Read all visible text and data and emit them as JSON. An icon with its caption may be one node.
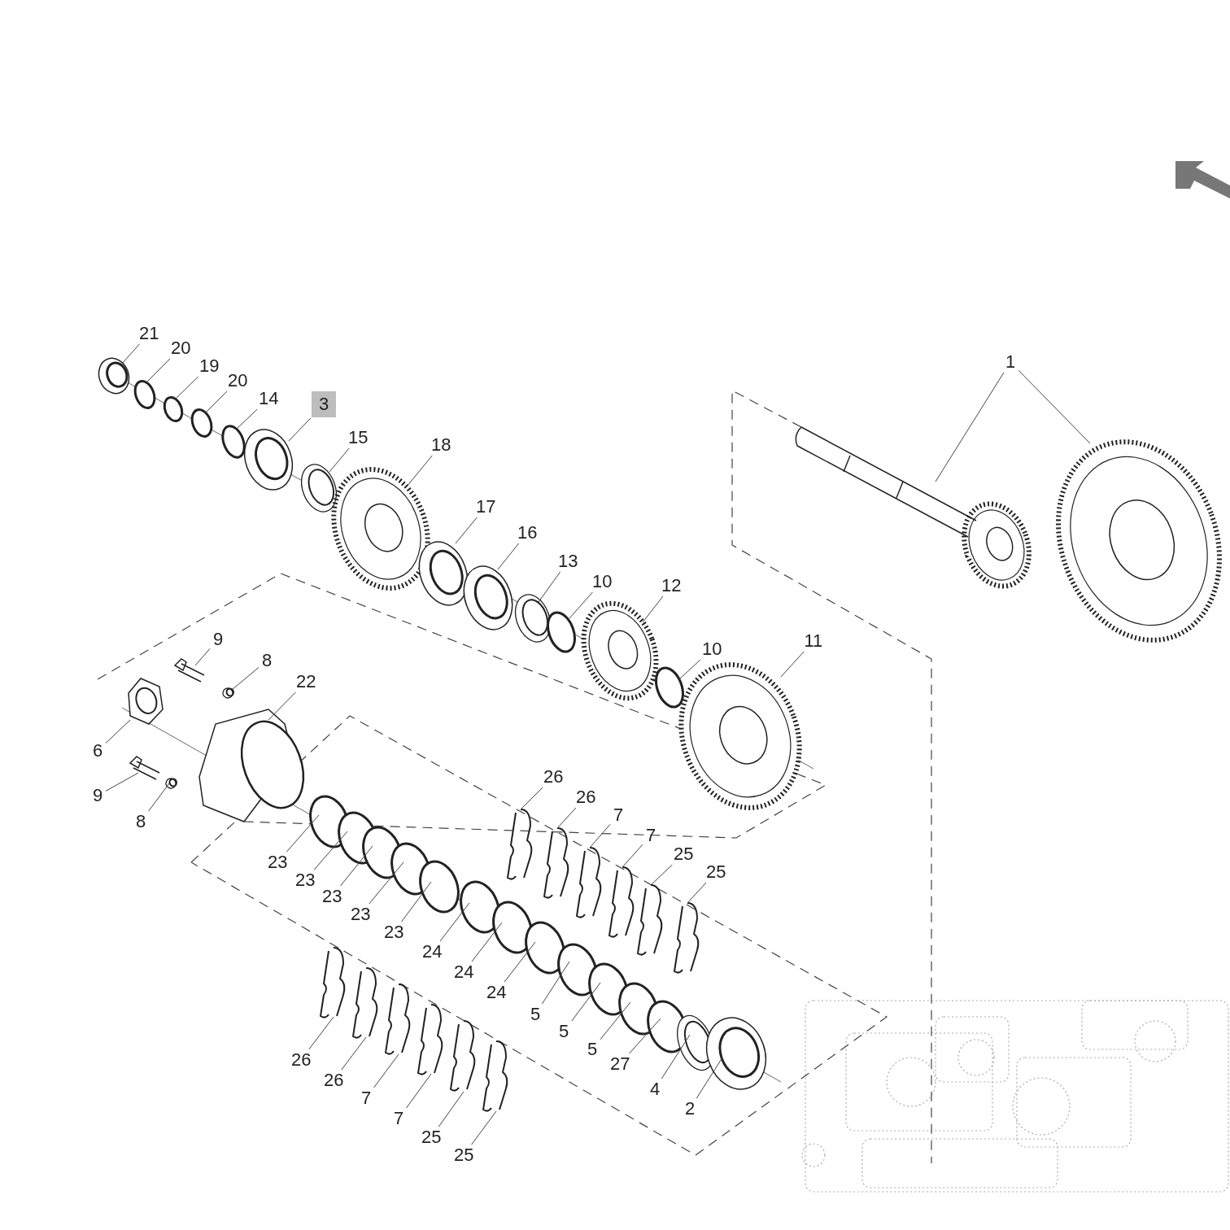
{
  "diagram": {
    "nodes": [
      {
        "text": [
          "21"
        ]
      },
      {
        "text": [
          "20"
        ]
      },
      {
        "text": [
          "19"
        ]
      },
      {
        "text": [
          "20"
        ]
      },
      {
        "text": [
          "14"
        ]
      },
      {
        "text": [
          "3"
        ]
      },
      {
        "text": [
          "15"
        ]
      },
      {
        "text": [
          "18"
        ]
      },
      {
        "text": [
          "17"
        ]
      },
      {
        "text": [
          "16"
        ]
      },
      {
        "text": [
          "13"
        ]
      },
      {
        "text": [
          "10"
        ]
      },
      {
        "text": [
          "12"
        ]
      },
      {
        "text": [
          "10"
        ]
      },
      {
        "text": [
          "11"
        ]
      },
      {
        "text": [
          "1"
        ]
      },
      {
        "text": [
          "9"
        ]
      },
      {
        "text": [
          "8"
        ]
      },
      {
        "text": [
          "22"
        ]
      },
      {
        "text": [
          "6"
        ]
      },
      {
        "text": [
          "9"
        ]
      },
      {
        "text": [
          "8"
        ]
      },
      {
        "text": [
          "26"
        ]
      },
      {
        "text": [
          "26"
        ]
      },
      {
        "text": [
          "7"
        ]
      },
      {
        "text": [
          "7"
        ]
      },
      {
        "text": [
          "25"
        ]
      },
      {
        "text": [
          "25"
        ]
      },
      {
        "text": [
          "23"
        ]
      },
      {
        "text": [
          "23"
        ]
      },
      {
        "text": [
          "23"
        ]
      },
      {
        "text": [
          "23"
        ]
      },
      {
        "text": [
          "23"
        ]
      },
      {
        "text": [
          "24"
        ]
      },
      {
        "text": [
          "24"
        ]
      },
      {
        "text": [
          "24"
        ]
      },
      {
        "text": [
          "5"
        ]
      },
      {
        "text": [
          "5"
        ]
      },
      {
        "text": [
          "5"
        ]
      },
      {
        "text": [
          "27"
        ]
      },
      {
        "text": [
          "4"
        ]
      },
      {
        "text": [
          "2"
        ]
      },
      {
        "text": [
          "26"
        ]
      },
      {
        "text": [
          "26"
        ]
      },
      {
        "text": [
          "7"
        ]
      },
      {
        "text": [
          "7"
        ]
      },
      {
        "text": [
          "25"
        ]
      },
      {
        "text": [
          "25"
        ]
      }
    ],
    "edges": [
      {
        "from": 0,
        "to": null,
        "arrow": "none"
      },
      {
        "from": 1,
        "to": null,
        "arrow": "none"
      },
      {
        "from": 2,
        "to": null,
        "arrow": "none"
      },
      {
        "from": 3,
        "to": null,
        "arrow": "none"
      },
      {
        "from": 4,
        "to": null,
        "arrow": "none"
      },
      {
        "from": 5,
        "to": null,
        "arrow": "none"
      },
      {
        "from": 6,
        "to": null,
        "arrow": "none"
      },
      {
        "from": 7,
        "to": null,
        "arrow": "none"
      },
      {
        "from": 8,
        "to": null,
        "arrow": "none"
      },
      {
        "from": 9,
        "to": null,
        "arrow": "none"
      },
      {
        "from": 10,
        "to": null,
        "arrow": "none"
      },
      {
        "from": 11,
        "to": null,
        "arrow": "none"
      },
      {
        "from": 12,
        "to": null,
        "arrow": "none"
      },
      {
        "from": 13,
        "to": null,
        "arrow": "none"
      },
      {
        "from": 14,
        "to": null,
        "arrow": "none"
      },
      {
        "from": 15,
        "to": null,
        "arrow": "none"
      },
      {
        "from": 15,
        "to": null,
        "arrow": "none"
      },
      {
        "from": 16,
        "to": null,
        "arrow": "none"
      },
      {
        "from": 17,
        "to": null,
        "arrow": "none"
      },
      {
        "from": 18,
        "to": null,
        "arrow": "none"
      },
      {
        "from": 19,
        "to": null,
        "arrow": "none"
      },
      {
        "from": 20,
        "to": null,
        "arrow": "none"
      },
      {
        "from": 21,
        "to": null,
        "arrow": "none"
      },
      {
        "from": 22,
        "to": null,
        "arrow": "none"
      },
      {
        "from": 23,
        "to": null,
        "arrow": "none"
      },
      {
        "from": 24,
        "to": null,
        "arrow": "none"
      },
      {
        "from": 25,
        "to": null,
        "arrow": "none"
      },
      {
        "from": 26,
        "to": null,
        "arrow": "none"
      },
      {
        "from": 27,
        "to": null,
        "arrow": "none"
      },
      {
        "from": 28,
        "to": null,
        "arrow": "none"
      },
      {
        "from": 29,
        "to": null,
        "arrow": "none"
      },
      {
        "from": 30,
        "to": null,
        "arrow": "none"
      },
      {
        "from": 31,
        "to": null,
        "arrow": "none"
      },
      {
        "from": 32,
        "to": null,
        "arrow": "none"
      },
      {
        "from": 33,
        "to": null,
        "arrow": "none"
      },
      {
        "from": 34,
        "to": null,
        "arrow": "none"
      },
      {
        "from": 35,
        "to": null,
        "arrow": "none"
      },
      {
        "from": 36,
        "to": null,
        "arrow": "none"
      },
      {
        "from": 37,
        "to": null,
        "arrow": "none"
      },
      {
        "from": 38,
        "to": null,
        "arrow": "none"
      },
      {
        "from": 39,
        "to": null,
        "arrow": "none"
      },
      {
        "from": 40,
        "to": null,
        "arrow": "none"
      },
      {
        "from": 41,
        "to": null,
        "arrow": "none"
      },
      {
        "from": 42,
        "to": null,
        "arrow": "none"
      },
      {
        "from": 43,
        "to": null,
        "arrow": "none"
      },
      {
        "from": 44,
        "to": null,
        "arrow": "none"
      },
      {
        "from": 45,
        "to": null,
        "arrow": "none"
      },
      {
        "from": 46,
        "to": null,
        "arrow": "none"
      },
      {
        "from": 47,
        "to": null,
        "arrow": "none"
      }
    ]
  }
}
